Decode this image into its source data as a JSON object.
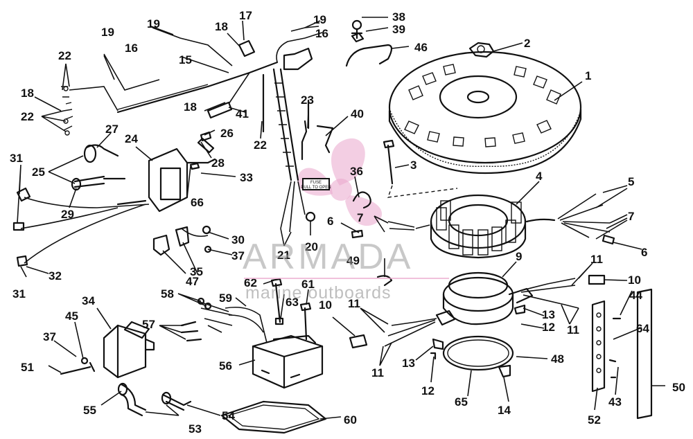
{
  "watermark": {
    "brand": "ARMADA",
    "tagline": "marine outboards",
    "accent_color": "#e9a6cc"
  },
  "fuse_tag": {
    "line1": "FUSE",
    "line2": "PULL TO OPEN"
  },
  "callouts": {
    "c1": "1",
    "c2": "2",
    "c3": "3",
    "c4": "4",
    "c5": "5",
    "c6a": "6",
    "c6b": "6",
    "c7a": "7",
    "c7b": "7",
    "c9": "9",
    "c10a": "10",
    "c10b": "10",
    "c11a": "11",
    "c11b": "11",
    "c11c": "11",
    "c11d": "11",
    "c12a": "12",
    "c12b": "12",
    "c13a": "13",
    "c13b": "13",
    "c14": "14",
    "c15": "15",
    "c16a": "16",
    "c16b": "16",
    "c17": "17",
    "c18a": "18",
    "c18b": "18",
    "c18c": "18",
    "c19a": "19",
    "c19b": "19",
    "c19c": "19",
    "c20": "20",
    "c21": "21",
    "c22a": "22",
    "c22b": "22",
    "c22c": "22",
    "c23": "23",
    "c24": "24",
    "c25": "25",
    "c26": "26",
    "c27": "27",
    "c28": "28",
    "c29": "29",
    "c30": "30",
    "c31a": "31",
    "c31b": "31",
    "c32": "32",
    "c33": "33",
    "c34": "34",
    "c35": "35",
    "c36": "36",
    "c37a": "37",
    "c37b": "37",
    "c38": "38",
    "c39": "39",
    "c40": "40",
    "c41": "41",
    "c43": "43",
    "c44": "44",
    "c45": "45",
    "c46": "46",
    "c47": "47",
    "c48": "48",
    "c49": "49",
    "c50": "50",
    "c51": "51",
    "c52": "52",
    "c53": "53",
    "c54": "54",
    "c55": "55",
    "c56": "56",
    "c57": "57",
    "c58": "58",
    "c59": "59",
    "c60": "60",
    "c61": "61",
    "c62": "62",
    "c63": "63",
    "c64": "64",
    "c65": "65",
    "c66": "66"
  }
}
